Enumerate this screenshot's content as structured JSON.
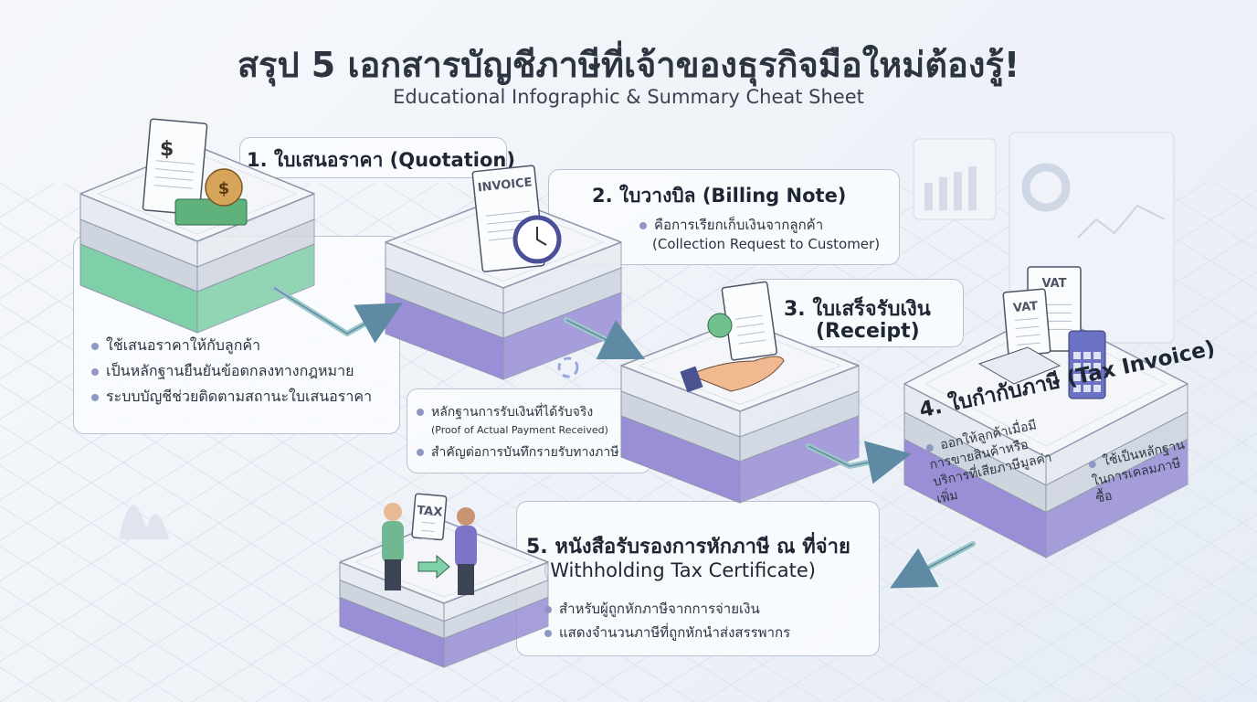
{
  "header": {
    "title": "สรุป 5 เอกสารบัญชีภาษีที่เจ้าของธุรกิจมือใหม่ต้องรู้!",
    "subtitle": "Educational Infographic & Summary Cheat Sheet"
  },
  "steps": [
    {
      "title": "1. ใบเสนอราคา (Quotation)",
      "bullets": [
        "ใช้เสนอราคาให้กับลูกค้า",
        "เป็นหลักฐานยืนยันข้อตกลงทางกฎหมาย",
        "ระบบบัญชีช่วยติดตามสถานะใบเสนอราคา"
      ]
    },
    {
      "title": "2. ใบวางบิล (Billing Note)",
      "bullets": [
        "คือการเรียกเก็บเงินจากลูกค้า"
      ],
      "note": "(Collection Request to Customer)",
      "icon_label": "INVOICE"
    },
    {
      "title_th": "3. ใบเสร็จรับเงิน",
      "title_en": "(Receipt)",
      "bullets": [
        "หลักฐานการรับเงินที่ได้รับจริง",
        "สำคัญต่อการบันทึกรายรับทางภาษี"
      ],
      "note": "(Proof of Actual Payment Received)"
    },
    {
      "title": "4. ใบกำกับภาษี (Tax Invoice)",
      "bullets": [
        "ออกให้ลูกค้าเมื่อมีการขายสินค้าหรือบริการที่เสียภาษีมูลค่าเพิ่ม",
        "ใช้เป็นหลักฐานในการเคลมภาษีซื้อ"
      ],
      "icon_label": "VAT"
    },
    {
      "title_th": "5. หนังสือรับรองการหักภาษี ณ ที่จ่าย",
      "title_en": "(Withholding Tax Certificate)",
      "bullets": [
        "สำหรับผู้ถูกหักภาษีจากการจ่ายเงิน",
        "แสดงจำนวนภาษีที่ถูกหักนำส่งสรรพากร"
      ],
      "icon_label": "TAX"
    }
  ],
  "colors": {
    "green": "#7fcfa8",
    "purple": "#9a8fd6",
    "arrow": "#6a9cb0"
  }
}
